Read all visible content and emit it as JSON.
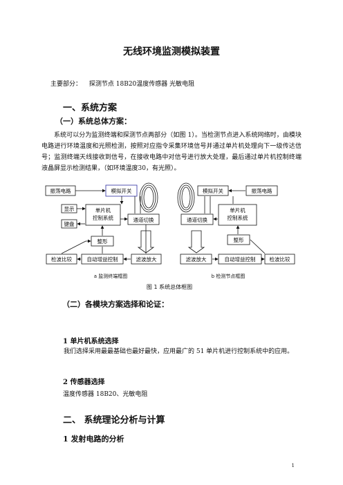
{
  "title": "无线环境监测模拟装置",
  "main_parts": {
    "label": "主要部分：",
    "content": "探测节点 18B20温度传感器 光敏电阻"
  },
  "section1": {
    "heading": "一、系统方案",
    "sub1_heading": "（一）系统总体方案：",
    "paragraph": "系统可以分为监测终端和探测节点两部分（如图 1）。当检测节点进入系统网络时，由模块电路进行环境温度和光照检测，按照对应指令采集环境信号并通过单片机处理向下一级传达信号；监测终端天线接收到信号，在接收电路中对信号进行放大处理，最后通过单片机控制终端液晶屏显示检测结果，（如环境温度30，有光照）。",
    "diagram": {
      "left": {
        "oscillator": "振荡电路",
        "analog_switch": "模拟开关",
        "display": "显示",
        "keyboard": "键盘",
        "mcu_line1": "单片机",
        "mcu_line2": "控制系统",
        "channel_switch": "通道切换",
        "shaping": "整形",
        "detect_compare": "检波比较",
        "agc": "自动增益控制",
        "filter_amp": "滤波放大",
        "caption": "a  监测终端框图"
      },
      "right": {
        "analog_switch": "模拟开关",
        "oscillator": "振荡电路",
        "mcu_line1": "单片机",
        "mcu_line2": "控制系统",
        "channel_switch": "通道切换",
        "shaping": "整形",
        "filter_amp": "滤波放大",
        "agc": "自动增益控制",
        "detect_compare": "检波比较",
        "caption": "b  检测节点框图"
      },
      "figure_caption": "图 1  系统总体框图"
    },
    "sub2_heading": "（二）各模块方案选择和论证：",
    "item1_heading": "1  单片机系统选择",
    "item1_text": "我们选择采用最最基础也最好最快，应用最广的 51 单片机进行控制系统中的应用。",
    "item2_heading": "2  传感器选择",
    "item2_text": "温度传感器 18B20、光敏电阻"
  },
  "section2": {
    "heading": "二、  系统理论分析与计算",
    "item1_heading": "1  发射电路的分析"
  },
  "page_number": "1"
}
